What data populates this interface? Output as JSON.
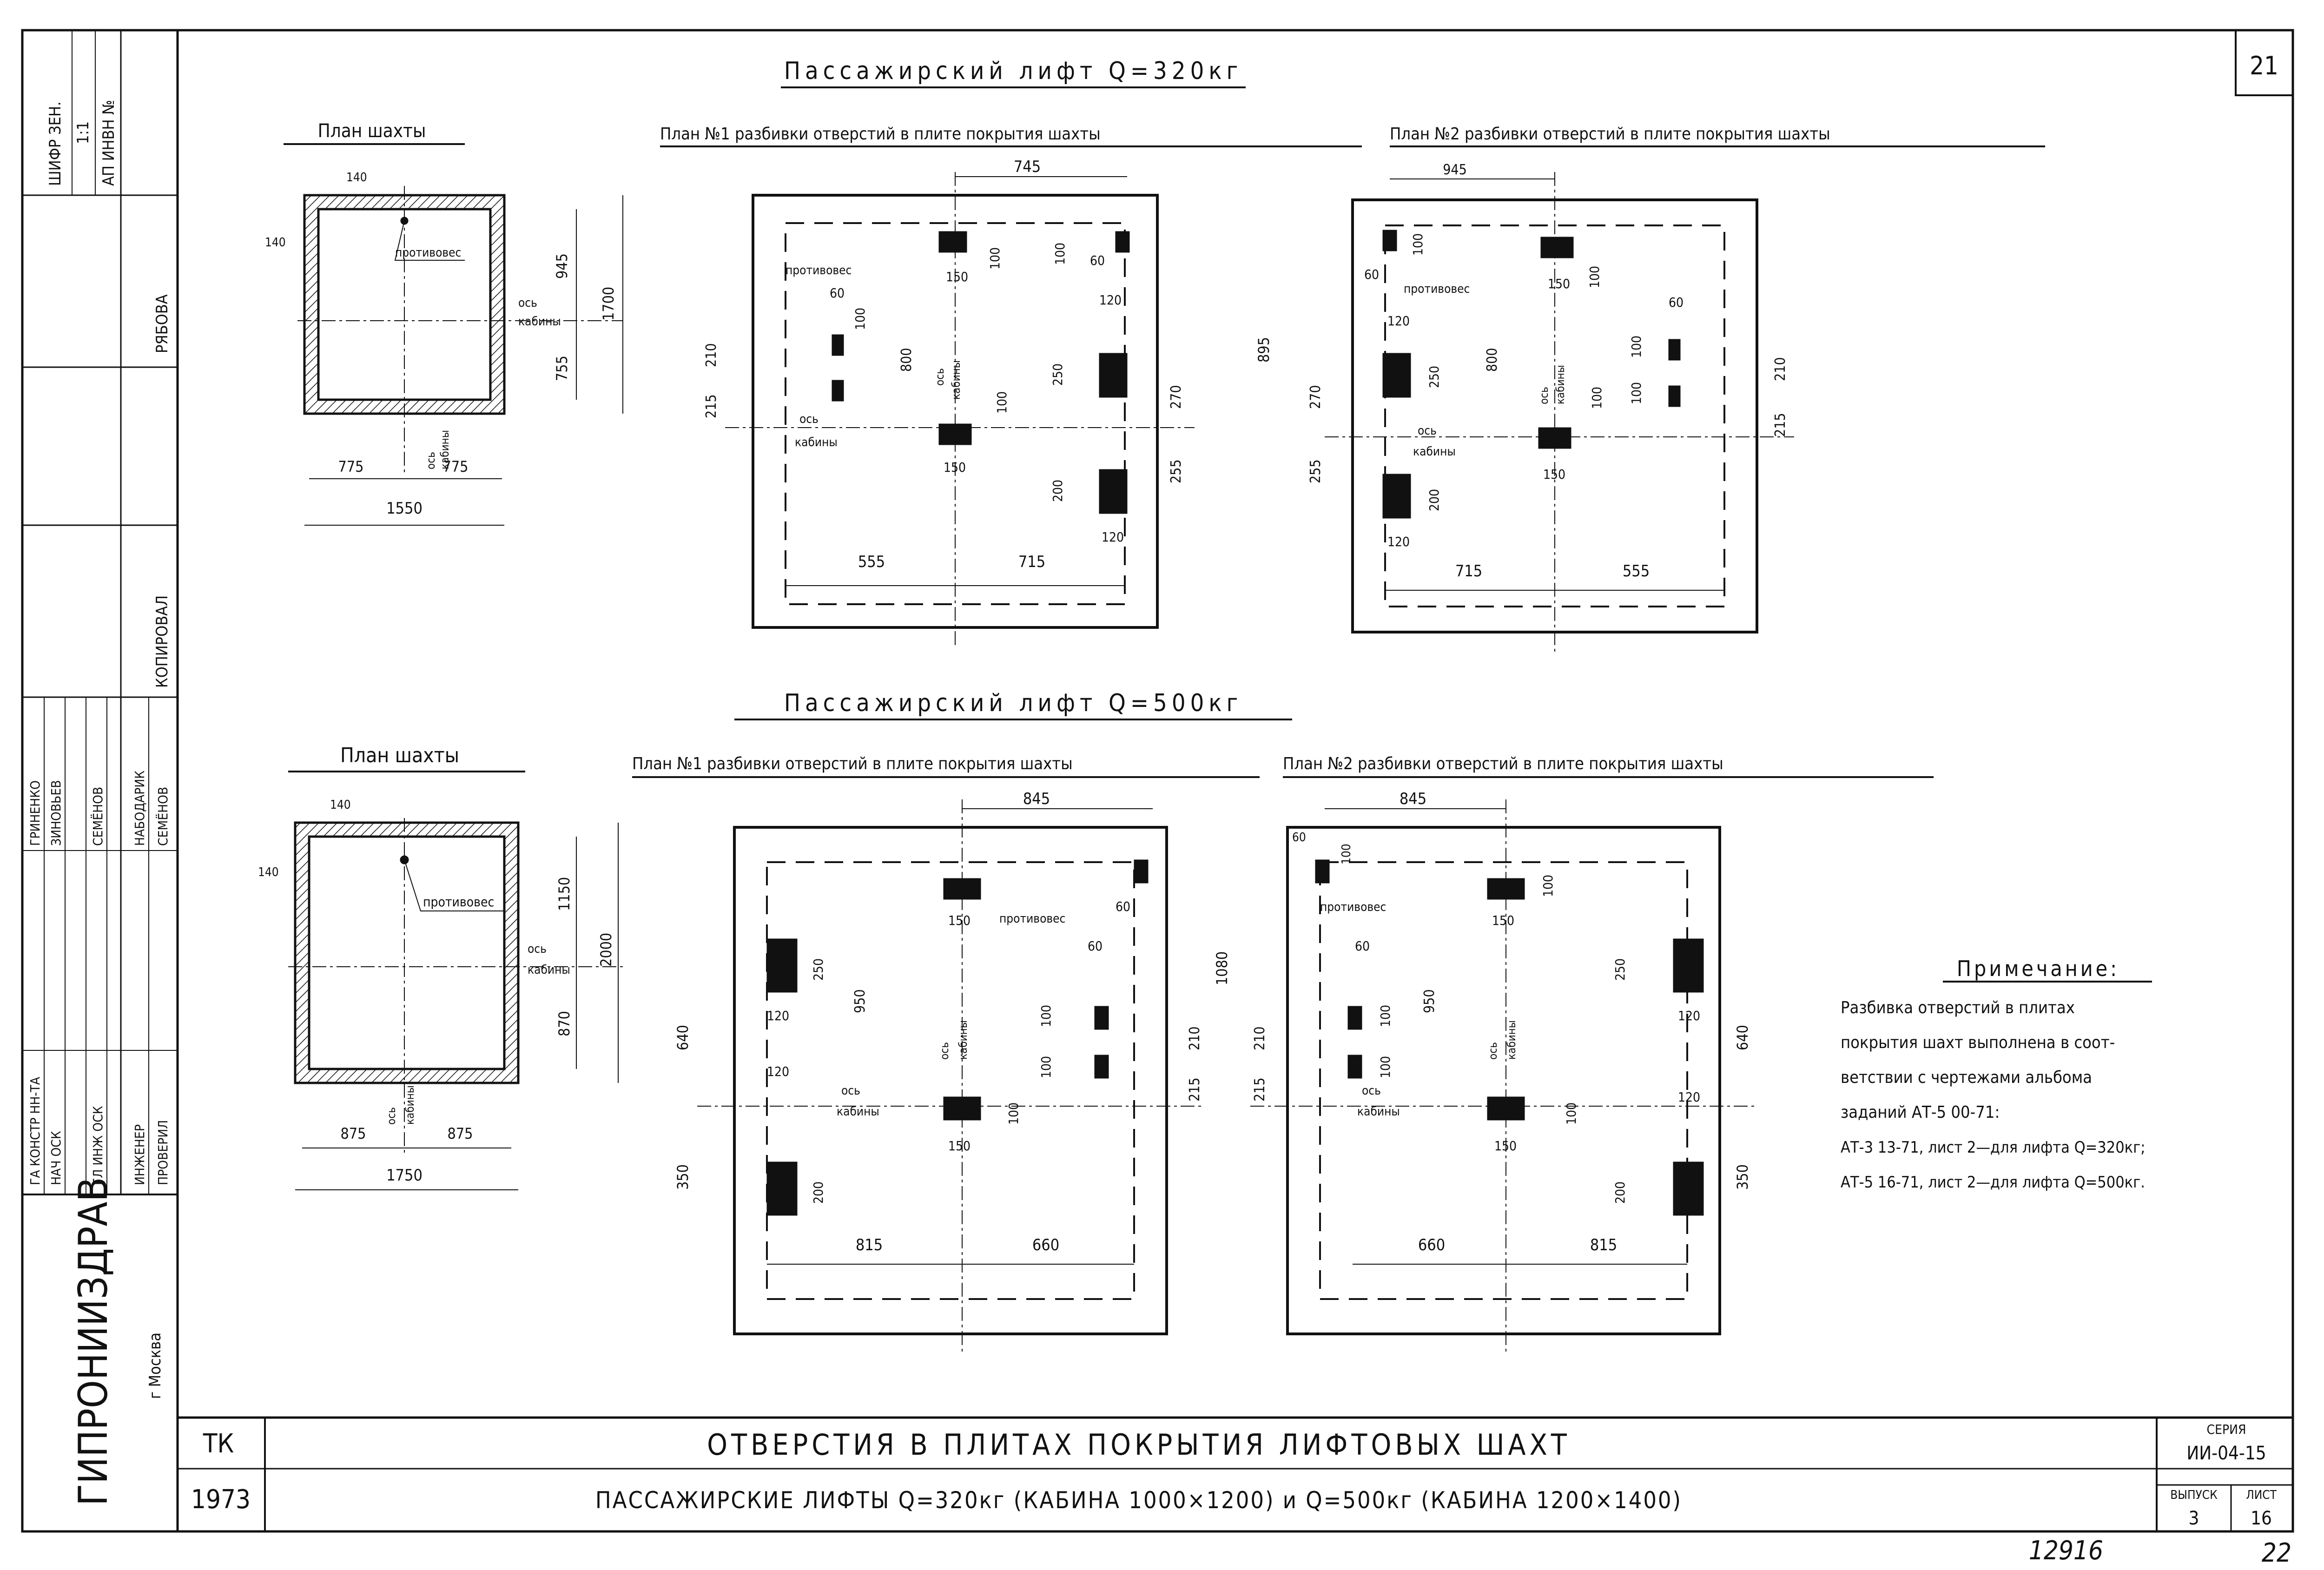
{
  "sheet_number": "21",
  "section_320": {
    "title": "Пассажирский лифт Q=320кг",
    "shaft_plan": {
      "title": "План шахты",
      "labels": {
        "counterweight": "противовес",
        "axis_cabin": "ось кабины",
        "axis": "ось",
        "cabin": "кабины"
      },
      "dims": {
        "wall_top": "140",
        "wall_left": "140",
        "upper": "945",
        "lower": "755",
        "total_h": "1700",
        "left": "775",
        "right": "775",
        "total_w": "1550"
      }
    },
    "plan1": {
      "title": "План №1 разбивки отверстий в плите покрытия шахты",
      "labels": {
        "counterweight": "противовес",
        "axis_cabin": "ось кабины",
        "axis": "ось",
        "cabin": "кабины",
        "axis_v": "ось",
        "cabin_v": "кабины"
      },
      "dims": {
        "top": "745",
        "cw_w": "150",
        "cw_h": "100",
        "sm_w": "60",
        "sm_h": "100",
        "left60": "60",
        "left100": "100",
        "v800": "800",
        "v100": "100",
        "h120a": "120",
        "v250": "250",
        "v270": "270",
        "h215": "215",
        "h210": "210",
        "cab_w": "150",
        "v200": "200",
        "h120b": "120",
        "v255": "255",
        "b_left": "555",
        "b_right": "715"
      }
    },
    "plan2": {
      "title": "План №2 разбивки отверстий в плите покрытия шахты",
      "labels": {
        "counterweight": "противовес",
        "axis_cabin": "ось кабины",
        "axis": "ось",
        "cabin": "кабины",
        "axis_v": "ось",
        "cabin_v": "кабины"
      },
      "dims": {
        "top": "945",
        "sm_w": "60",
        "sm_h": "100",
        "cw_w": "150",
        "cw_h": "100",
        "h895": "895",
        "h120a": "120",
        "v250": "250",
        "v800": "800",
        "v100": "100",
        "r60": "60",
        "r100a": "100",
        "r100b": "100",
        "h270": "270",
        "h255": "255",
        "cab_w": "150",
        "v200": "200",
        "h120b": "120",
        "h215": "215",
        "h210": "210",
        "b_left": "715",
        "b_right": "555"
      }
    }
  },
  "section_500": {
    "title": "Пассажирский лифт Q=500кг",
    "shaft_plan": {
      "title": "План шахты",
      "labels": {
        "counterweight": "противовес",
        "axis_cabin": "ось кабины",
        "axis": "ось",
        "cabin": "кабины"
      },
      "dims": {
        "wall_top": "140",
        "wall_left": "140",
        "upper": "1150",
        "lower": "870",
        "total_h": "2000",
        "left": "875",
        "right": "875",
        "total_w": "1750"
      }
    },
    "plan1": {
      "title": "План №1 разбивки отверстий в плите покрытия шахты",
      "labels": {
        "counterweight": "противовес",
        "axis_cabin": "ось кабины",
        "axis": "ось",
        "cabin": "кабины",
        "axis_v": "ось",
        "cabin_v": "кабины"
      },
      "dims": {
        "top": "845",
        "cw_w": "150",
        "sm_w": "60",
        "v250": "250",
        "v950": "950",
        "h640": "640",
        "h120a": "120",
        "h120b": "120",
        "r60": "60",
        "r100a": "100",
        "r100b": "100",
        "v100": "100",
        "h1080": "1080",
        "h215": "215",
        "h210": "210",
        "cab_w": "150",
        "h350": "350",
        "v200": "200",
        "b_left": "815",
        "b_right": "660"
      }
    },
    "plan2": {
      "title": "План №2 разбивки отверстий в плите покрытия шахты",
      "labels": {
        "counterweight": "противовес",
        "axis_cabin": "ось кабины",
        "axis": "ось",
        "cabin": "кабины",
        "axis_v": "ось",
        "cabin_v": "кабины"
      },
      "dims": {
        "top": "845",
        "sm_w": "60",
        "sm_h": "100",
        "cw_h": "100",
        "cw_w": "150",
        "l60": "60",
        "v950": "950",
        "l100a": "100",
        "l100b": "100",
        "v100": "100",
        "h215": "215",
        "h210": "210",
        "cab_w": "150",
        "v250": "250",
        "h120a": "120",
        "h120b": "120",
        "h640": "640",
        "h350": "350",
        "v200": "200",
        "b_left": "660",
        "b_right": "815"
      }
    }
  },
  "note": {
    "title": "Примечание:",
    "lines": [
      "Разбивка отверстий в плитах",
      "покрытия шахт выполнена в соот-",
      "ветствии с чертежами альбома",
      "заданий АТ-5 00-71:",
      "АТ-3 13-71, лист 2—для лифта Q=320кг;",
      "АТ-5 16-71, лист 2—для лифта Q=500кг."
    ]
  },
  "title_block": {
    "organization": "ГИПРОНИИЗДРАВ",
    "city": "г Москва",
    "code": "ТК",
    "year": "1973",
    "title_main": "ОТВЕРСТИЯ В ПЛИТАХ ПОКРЫТИЯ ЛИФТОВЫХ ШАХТ",
    "title_sub": "ПАССАЖИРСКИЕ ЛИФТЫ Q=320кг (КАБИНА 1000×1200) и Q=500кг (КАБИНА 1200×1400)",
    "series_label": "СЕРИЯ",
    "series_value": "ИИ-04-15",
    "issue_label": "ВЫПУСК",
    "issue_value": "3",
    "sheet_label": "ЛИСТ",
    "sheet_value": "16",
    "stamp_number": "12916",
    "page_hand": "22"
  },
  "left_strip": {
    "top_cells": [
      "ШИФР ЗЕН.",
      "1:1",
      "АП ИНВН №"
    ],
    "copied": "КОПИРОВАЛ",
    "copied_by": "РЯБОВА",
    "roles": [
      "ГА КОНСТР НН-ТА",
      "НАЧ ОСК",
      "ГЛ ИНЖ ОСК",
      "ИНЖЕНЕР",
      "ПРОВЕРИЛ"
    ],
    "names": [
      "ГРИНЕНКО",
      "ЗИНОВЬЕВ",
      "СЕМЁНОВ",
      "НАБОДАРИК",
      "СЕМЁНОВ"
    ]
  },
  "colors": {
    "ink": "#111111",
    "paper": "#ffffff"
  }
}
